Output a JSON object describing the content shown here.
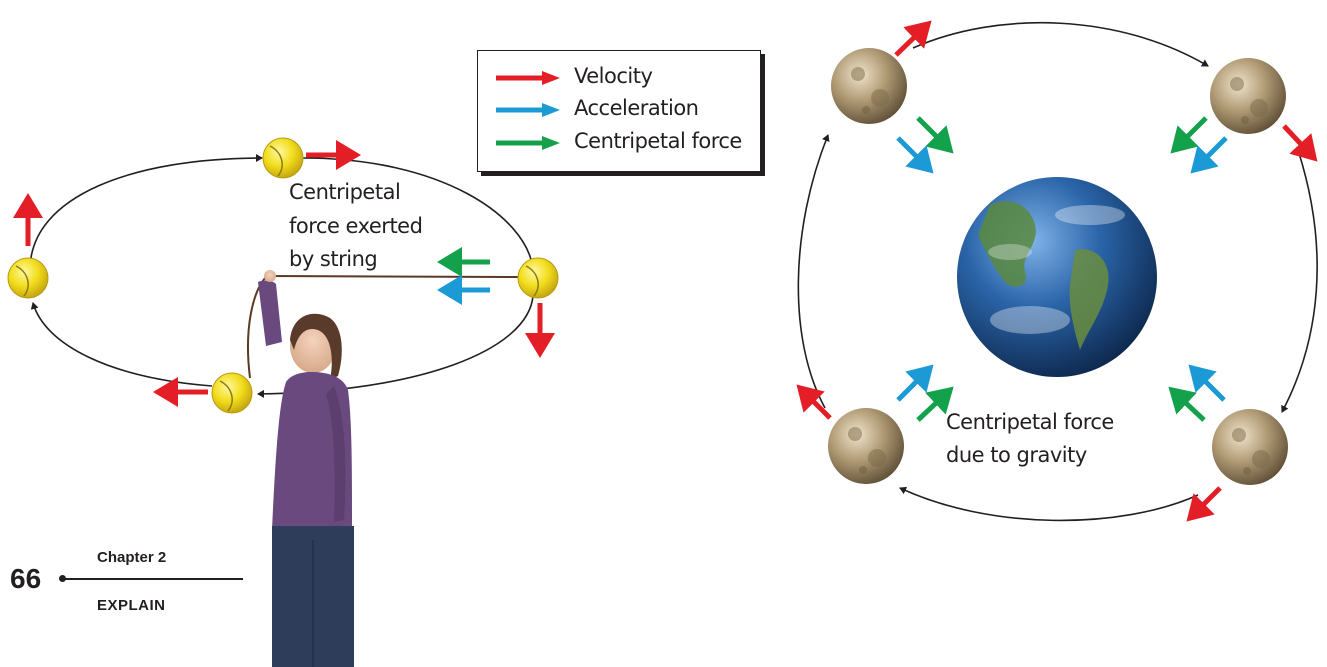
{
  "legend": {
    "velocity_label": "Velocity",
    "acceleration_label": "Acceleration",
    "centripetal_force_label": "Centripetal force"
  },
  "left_diagram": {
    "label_line1": "Centripetal",
    "label_line2": "force exerted",
    "label_line3": "by string"
  },
  "right_diagram": {
    "label_line1": "Centripetal force",
    "label_line2": "due to gravity"
  },
  "footer": {
    "page_number": "66",
    "chapter": "Chapter 2",
    "section": "EXPLAIN"
  },
  "colors": {
    "velocity": "#e31e26",
    "acceleration": "#1c9ad6",
    "centripetal_force": "#13a24b",
    "ball": "#f2dd1c",
    "moon": "#b09a74",
    "earth": "#2a64a8",
    "text": "#231f20"
  },
  "icons": [
    "tennis-ball-icon",
    "moon-icon",
    "earth-icon",
    "arrow-icon"
  ]
}
